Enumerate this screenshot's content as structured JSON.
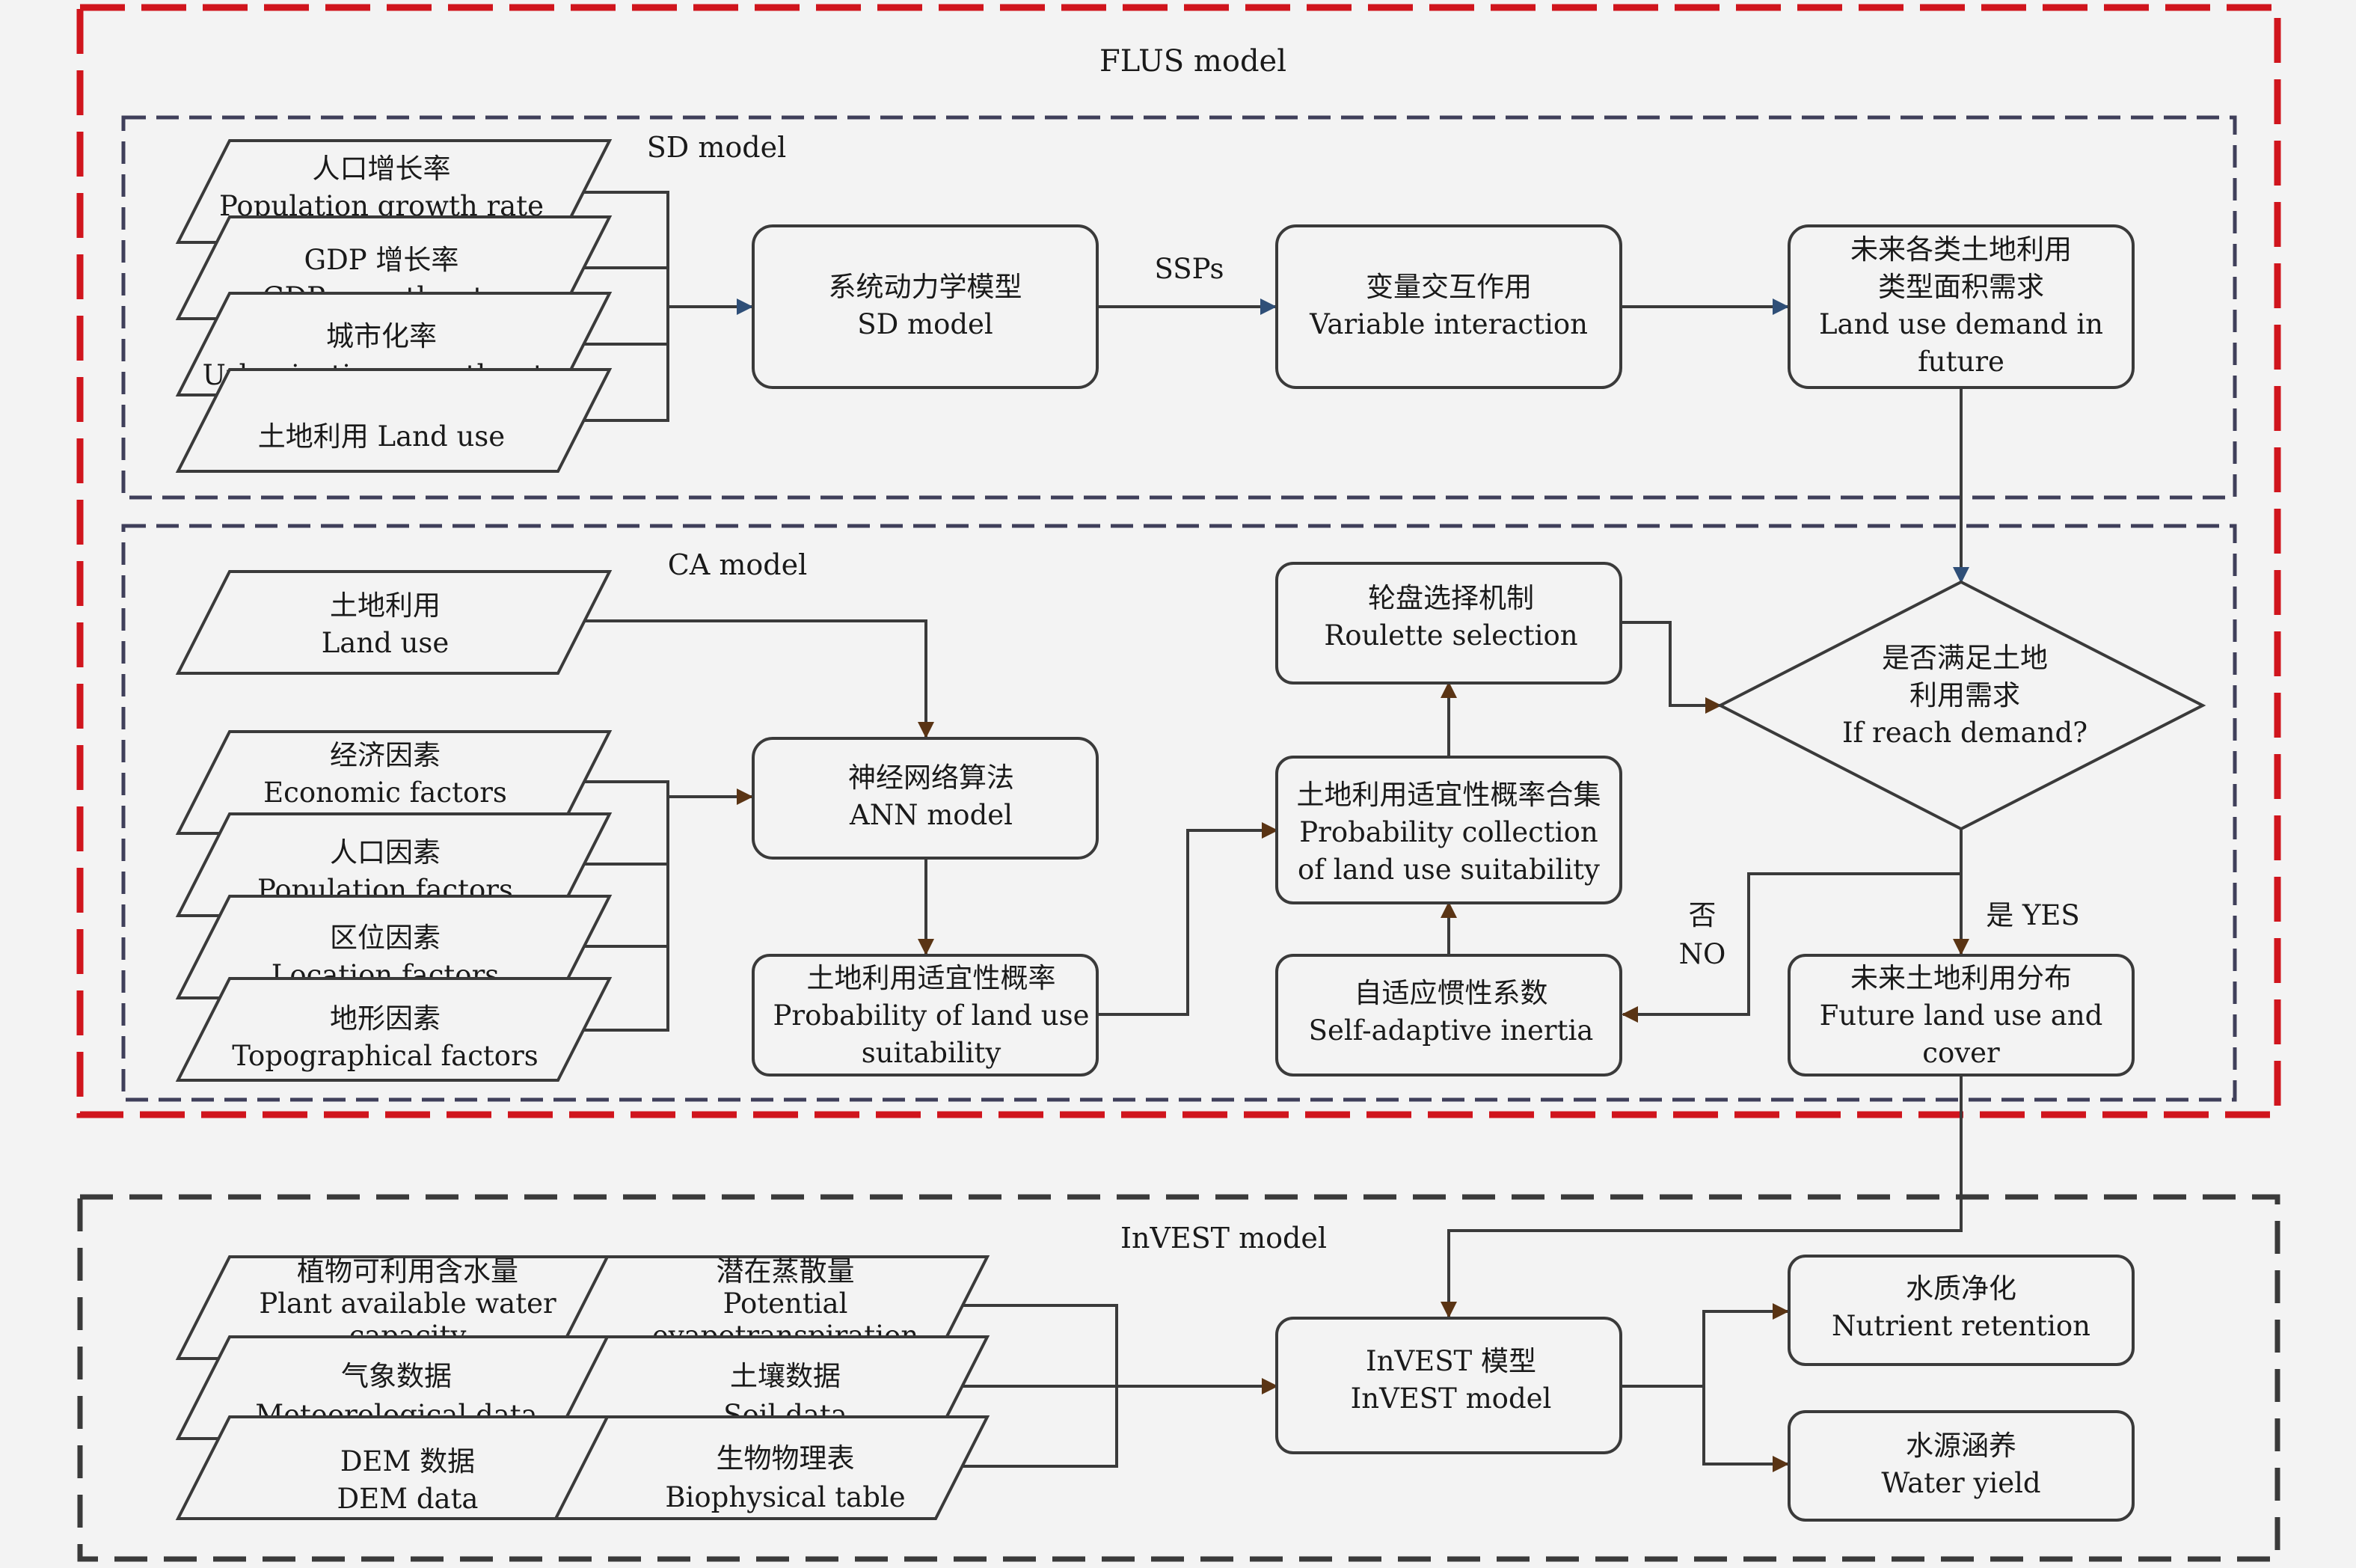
{
  "colors": {
    "flus_border": "#d0151d",
    "flus_title": "#b0124b",
    "inner_border": "#3f3f5a",
    "line": "#3a3a3a",
    "arrow_blue": "#2f4f78",
    "arrow_brown": "#5a3414",
    "background": "#f3f3f3"
  },
  "titles": {
    "flus": "FLUS model",
    "sd": "SD model",
    "ca": "CA model",
    "invest": "InVEST model"
  },
  "sd_inputs": [
    {
      "zh": "人口增长率",
      "en": "Population growth rate"
    },
    {
      "zh": "GDP 增长率",
      "en": "GDP growth rate"
    },
    {
      "zh": "城市化率",
      "en": "Urbanization growth rate"
    },
    {
      "zh": "土地利用 Land use",
      "en": ""
    }
  ],
  "sd_model": {
    "zh": "系统动力学模型",
    "en": "SD model"
  },
  "ssps": "SSPs",
  "variable_interaction": {
    "zh": "变量交互作用",
    "en": "Variable interaction"
  },
  "land_use_demand": {
    "zh1": "未来各类土地利用",
    "zh2": "类型面积需求",
    "en1": "Land use demand in",
    "en2": "future"
  },
  "ca_land_use": {
    "zh": "土地利用",
    "en": "Land use"
  },
  "ca_factors": [
    {
      "zh": "经济因素",
      "en": "Economic factors"
    },
    {
      "zh": "人口因素",
      "en": "Population factors"
    },
    {
      "zh": "区位因素",
      "en": "Location factors"
    },
    {
      "zh": "地形因素",
      "en": "Topographical factors"
    }
  ],
  "ann": {
    "zh": "神经网络算法",
    "en": "ANN model"
  },
  "suitability_prob": {
    "zh": "土地利用适宜性概率",
    "en1": "Probability of land use",
    "en2": "suitability"
  },
  "roulette": {
    "zh": "轮盘选择机制",
    "en": "Roulette selection"
  },
  "prob_collection": {
    "zh": "土地利用适宜性概率合集",
    "en1": "Probability collection",
    "en2": "of land use suitability"
  },
  "inertia": {
    "zh": "自适应惯性系数",
    "en": "Self-adaptive inertia"
  },
  "decision": {
    "zh1": "是否满足土地",
    "zh2": "利用需求",
    "en": "If reach demand?"
  },
  "no_label": {
    "zh": "否",
    "en": "NO"
  },
  "yes_label": "是 YES",
  "future_dist": {
    "zh": "未来土地利用分布",
    "en1": "Future land use and",
    "en2": "cover"
  },
  "invest_inputs": [
    {
      "zh": "植物可利用含水量",
      "en1": "Plant available water",
      "en2": "capacity"
    },
    {
      "zh": "潜在蒸散量",
      "en1": "Potential",
      "en2": "evapotranspiration"
    },
    {
      "zh": "气象数据",
      "en1": "Meteorological data"
    },
    {
      "zh": "土壤数据",
      "en1": "Soil data"
    },
    {
      "zh": "DEM 数据",
      "en1": "DEM data"
    },
    {
      "zh": "生物物理表",
      "en1": "Biophysical table"
    }
  ],
  "invest_model": {
    "zh": "InVEST 模型",
    "en": "InVEST model"
  },
  "nutrient": {
    "zh": "水质净化",
    "en": "Nutrient retention"
  },
  "water_yield": {
    "zh": "水源涵养",
    "en": "Water yield"
  }
}
